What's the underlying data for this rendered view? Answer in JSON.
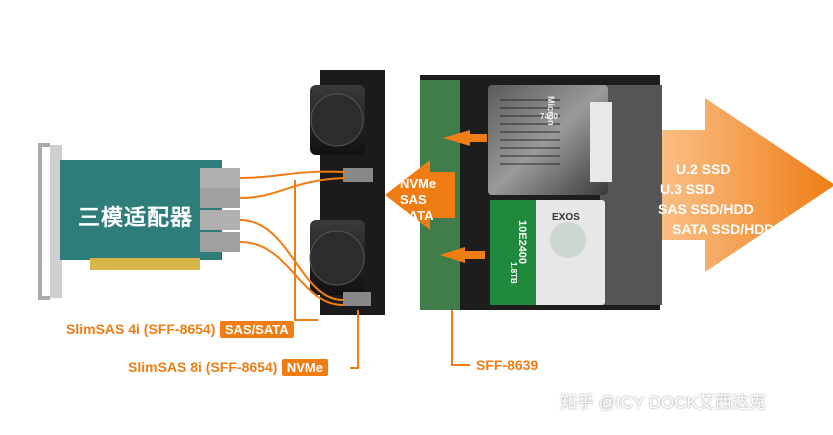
{
  "adapter": {
    "title": "三模适配器"
  },
  "protocols_center": [
    "NVMe",
    "SAS",
    "SATA"
  ],
  "drive_types": [
    "U.2 SSD",
    "U.3 SSD",
    "SAS SSD/HDD",
    "SATA SSD/HDD"
  ],
  "connectors": {
    "slimsas4i": {
      "name": "SlimSAS 4i (SFF-8654)",
      "tag": "SAS/SATA"
    },
    "slimsas8i": {
      "name": "SlimSAS 8i (SFF-8654)",
      "tag": "NVMe"
    },
    "sff8639": {
      "name": "SFF-8639"
    }
  },
  "drive_labels": {
    "micron": "Micron",
    "micron_model": "7400",
    "exos": "EXOS",
    "exos_model": "10E2400",
    "exos_capacity": "1.8TB"
  },
  "watermark": "知乎 @ICY DOCK艾西达克",
  "colors": {
    "accent": "#f07d14",
    "pcb": "#2e7d7a",
    "enclosure": "#222222"
  }
}
